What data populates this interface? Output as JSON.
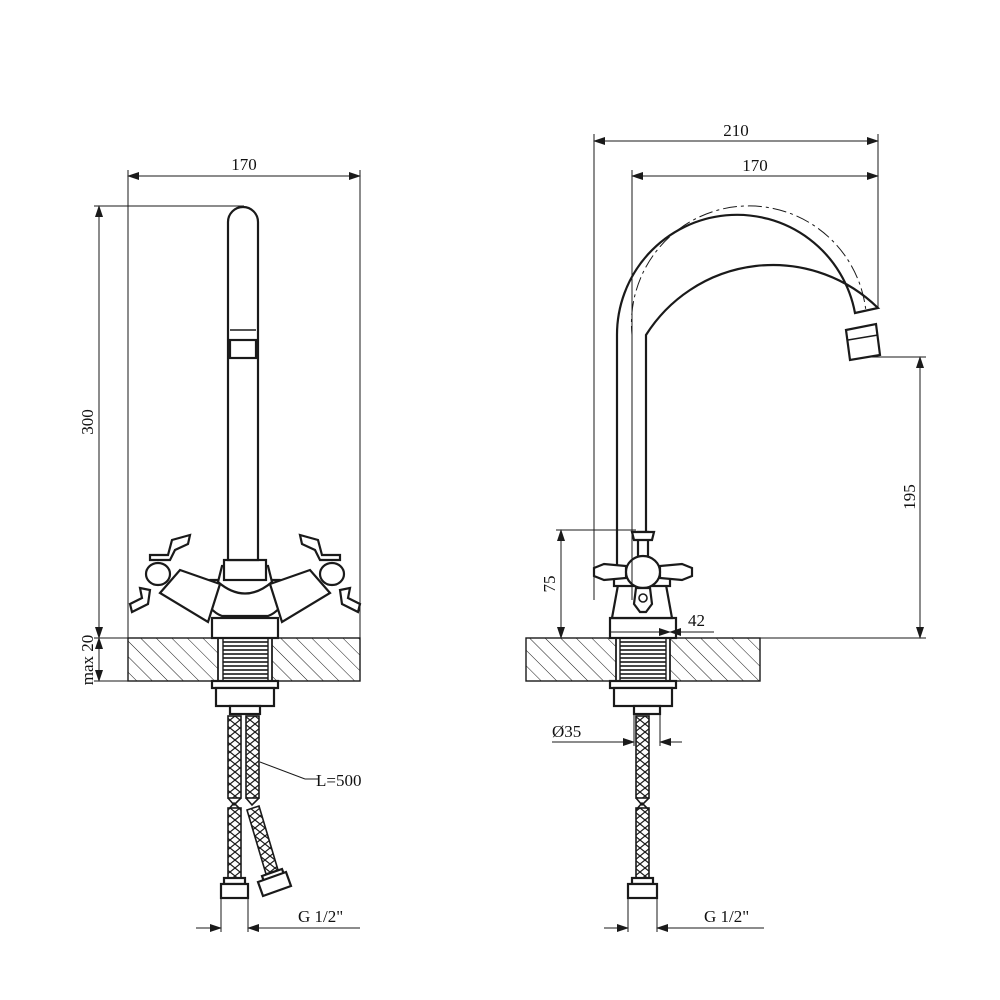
{
  "drawing": {
    "front_view": {
      "width_label": "170",
      "height_label": "300",
      "deck_label": "max 20",
      "hose_length_label": "L=500",
      "thread_label": "G 1/2\""
    },
    "side_view": {
      "overall_label": "210",
      "reach_label": "170",
      "spout_height_label": "195",
      "handle_height_label": "75",
      "body_label": "42",
      "diameter_label": "Ø35",
      "thread_label": "G 1/2\""
    },
    "colors": {
      "line": "#1a1a1a",
      "background": "#ffffff"
    }
  }
}
